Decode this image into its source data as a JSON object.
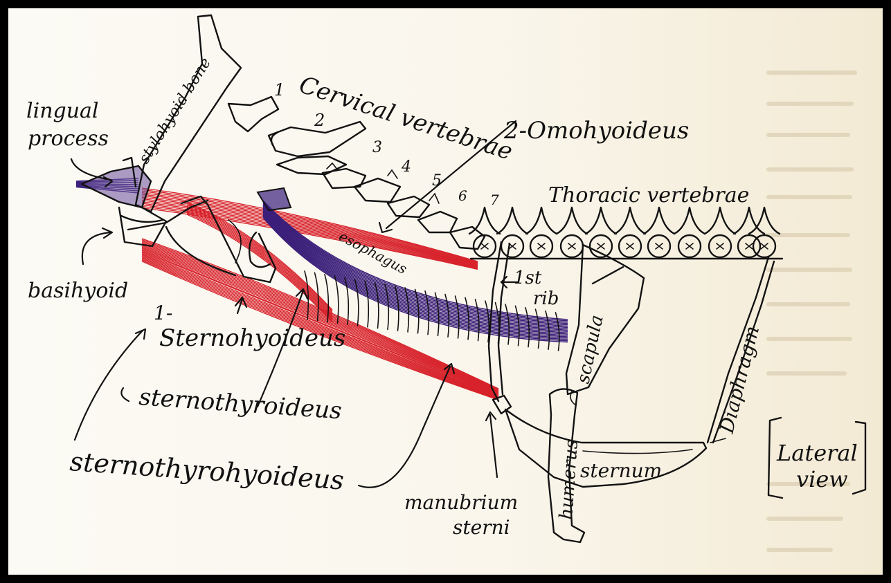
{
  "labels": {
    "lingual_process_line1": "lingual",
    "lingual_process_line2": "process",
    "stylohyoid_bone": "stylohyoid bone",
    "cervical_vertebrae": "Cervical vertebrae",
    "cervical_numbers": [
      "1",
      "2",
      "3",
      "4",
      "5",
      "6",
      "7"
    ],
    "omohyoideus": "2-Omohyoideus",
    "thoracic_vertebrae": "Thoracic vertebrae",
    "basihyoid": "basihyoid",
    "esophagus": "esophagus",
    "first_rib_1": "1st",
    "first_rib_2": "rib",
    "sternohyoideus_num": "1-",
    "sternohyoideus": "Sternohyoideus",
    "sternothyroideus": "sternothyroideus",
    "sternothyrohyoideus": "sternothyrohyoideus",
    "scapula": "scapula",
    "diaphragm": "Diaphragm",
    "humerus": "humerus",
    "sternum": "sternum",
    "manubrium_sterni_1": "manubrium",
    "manubrium_sterni_2": "sterni",
    "lateral_view_1": "Lateral",
    "lateral_view_2": "view"
  },
  "colors": {
    "ink": "#121212",
    "muscle_red": "#d8222b",
    "esophagus_purple": "#3b1f7a",
    "paper": "#faf6ec",
    "frame": "#000000"
  }
}
